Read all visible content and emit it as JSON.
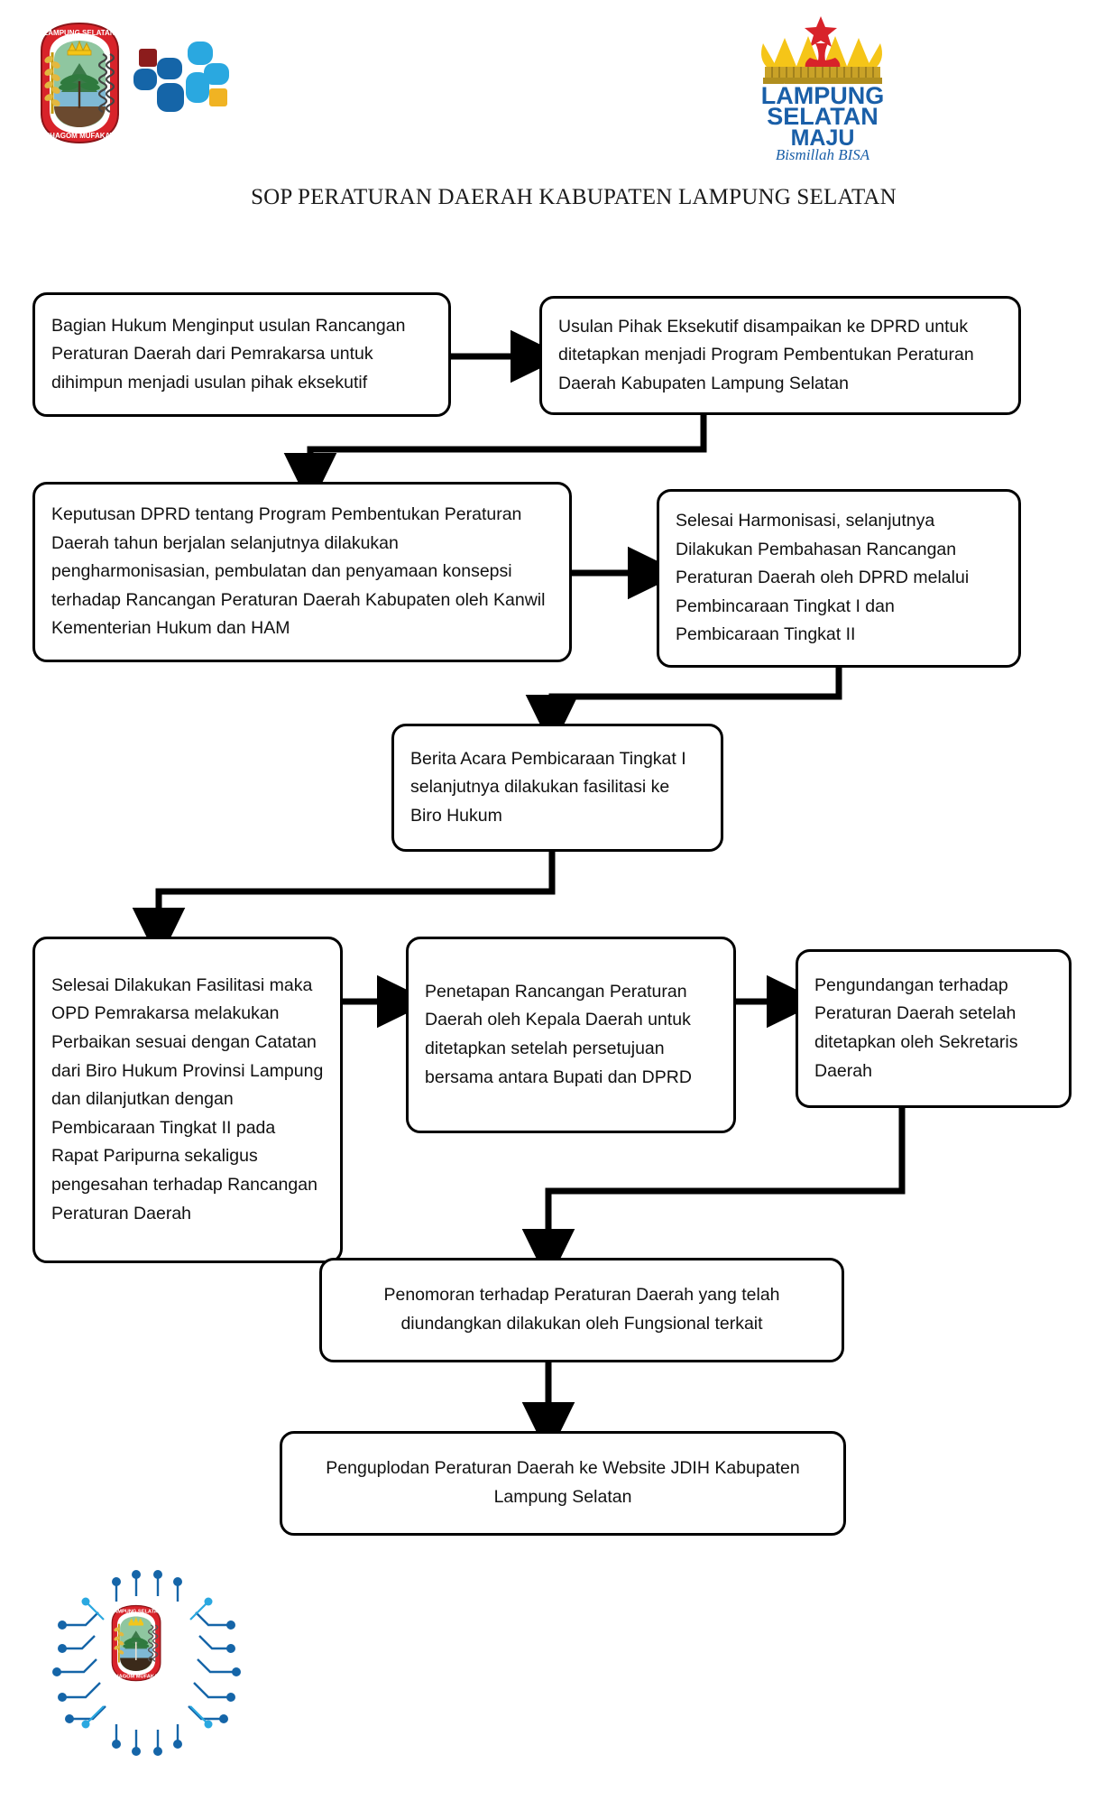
{
  "title": "SOP PERATURAN DAERAH KABUPATEN LAMPUNG SELATAN",
  "logos": {
    "left_crest": {
      "name": "lampung-selatan-crest-logo",
      "top_text": "LAMPUNG SELATAN",
      "bottom_text": "KHAGOM MUFAKAT"
    },
    "jdih": {
      "name": "jdih-logo",
      "colors": [
        "#8c1c1c",
        "#1565a8",
        "#2aa8e0",
        "#f0b323"
      ]
    },
    "maju": {
      "name": "lampung-selatan-maju-logo",
      "line1": "LAMPUNG",
      "line2": "SELATAN",
      "line3": "MAJU",
      "tagline": "Bismillah BISA",
      "crown_color": "#f5c518",
      "text_color": "#1a5fa8"
    },
    "footer": {
      "name": "jdih-lampung-selatan-footer-logo",
      "top_text": "LAMPUNG SELATAN",
      "bottom_text": "KHAGOM MUFAKAT"
    }
  },
  "chart_data": {
    "type": "diagram",
    "title": "SOP PERATURAN DAERAH KABUPATEN LAMPUNG SELATAN",
    "nodes": [
      {
        "id": "n1",
        "label": "Bagian Hukum Menginput usulan Rancangan Peraturan Daerah dari Pemrakarsa untuk dihimpun menjadi usulan pihak eksekutif"
      },
      {
        "id": "n2",
        "label": "Usulan Pihak Eksekutif disampaikan ke DPRD untuk ditetapkan menjadi Program Pembentukan Peraturan Daerah Kabupaten Lampung Selatan"
      },
      {
        "id": "n3",
        "label": "Keputusan DPRD tentang Program Pembentukan Peraturan Daerah tahun berjalan selanjutnya dilakukan pengharmonisasian, pembulatan dan penyamaan konsepsi terhadap Rancangan Peraturan Daerah Kabupaten oleh Kanwil Kementerian Hukum dan HAM"
      },
      {
        "id": "n4",
        "label": "Selesai Harmonisasi, selanjutnya Dilakukan Pembahasan Rancangan Peraturan Daerah oleh DPRD melalui Pembincaraan Tingkat I dan Pembicaraan Tingkat II"
      },
      {
        "id": "n5",
        "label": "Berita Acara Pembicaraan Tingkat I selanjutnya dilakukan fasilitasi ke Biro Hukum"
      },
      {
        "id": "n6",
        "label": "Selesai Dilakukan Fasilitasi maka OPD Pemrakarsa melakukan Perbaikan sesuai dengan Catatan dari Biro Hukum Provinsi Lampung dan dilanjutkan dengan Pembicaraan Tingkat II pada Rapat Paripurna sekaligus pengesahan terhadap Rancangan Peraturan Daerah"
      },
      {
        "id": "n7",
        "label": "Penetapan Rancangan Peraturan Daerah oleh Kepala Daerah untuk ditetapkan setelah persetujuan bersama antara Bupati dan DPRD"
      },
      {
        "id": "n8",
        "label": "Pengundangan terhadap Peraturan Daerah setelah ditetapkan oleh Sekretaris Daerah"
      },
      {
        "id": "n9",
        "label": "Penomoran terhadap Peraturan Daerah yang telah diundangkan dilakukan oleh Fungsional terkait"
      },
      {
        "id": "n10",
        "label": "Penguplodan Peraturan Daerah ke Website JDIH Kabupaten Lampung Selatan"
      }
    ],
    "edges": [
      {
        "from": "n1",
        "to": "n2",
        "style": "horizontal-arrow"
      },
      {
        "from": "n2",
        "to": "n3",
        "style": "down-left-down-arrow"
      },
      {
        "from": "n3",
        "to": "n4",
        "style": "horizontal-arrow"
      },
      {
        "from": "n4",
        "to": "n5",
        "style": "down-left-down-arrow"
      },
      {
        "from": "n5",
        "to": "n6",
        "style": "down-left-down-arrow"
      },
      {
        "from": "n6",
        "to": "n7",
        "style": "horizontal-arrow"
      },
      {
        "from": "n7",
        "to": "n8",
        "style": "horizontal-arrow"
      },
      {
        "from": "n8",
        "to": "n9",
        "style": "down-left-down-arrow"
      },
      {
        "from": "n9",
        "to": "n10",
        "style": "vertical-arrow"
      }
    ]
  }
}
